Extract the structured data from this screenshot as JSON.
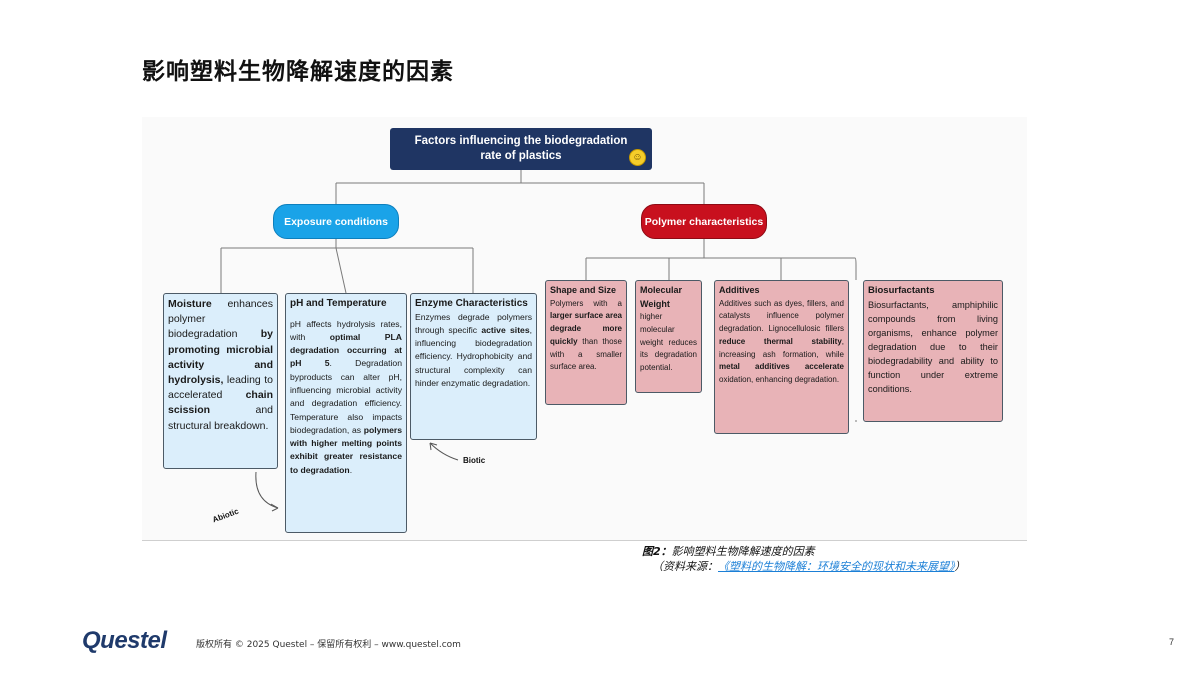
{
  "slide": {
    "title": "影响塑料生物降解速度的因素"
  },
  "diagram": {
    "root": {
      "label": "Factors influencing the biodegradation rate of plastics",
      "emoji": "☺"
    },
    "categories": {
      "exposure": {
        "label": "Exposure conditions",
        "color": "#1aa3e8"
      },
      "polymer": {
        "label": "Polymer characteristics",
        "color": "#c8101e"
      }
    },
    "exposure_factors": {
      "moisture": {
        "title": "Moisture",
        "t1": " enhances polymer biodegradation ",
        "b1": "by promoting microbial activity and hydrolysis,",
        "t2": " leading to accelerated ",
        "b2": "chain scission",
        "t3": " and structural breakdown."
      },
      "ph": {
        "title": "pH and Temperature",
        "t1": "pH affects hydrolysis rates, with ",
        "b1": "optimal PLA degradation occurring at pH 5",
        "t2": ". Degradation byproducts can alter pH, influencing microbial activity and degradation efficiency. Temperature also impacts biodegradation, as ",
        "b2": "polymers with higher melting points exhibit greater resistance to degradation",
        "t3": "."
      },
      "enzyme": {
        "title": "Enzyme Characteristics",
        "t1": "Enzymes degrade polymers through specific ",
        "b1": "active sites",
        "t2": ", influencing biodegradation efficiency. Hydrophobicity and structural complexity can hinder enzymatic degradation."
      }
    },
    "polymer_factors": {
      "shape": {
        "title": "Shape and Size",
        "t1": "Polymers with a ",
        "b1": "larger surface area degrade more quickly",
        "t2": " than those with a smaller surface area."
      },
      "molecular": {
        "title": "Molecular Weight",
        "t1": "higher molecular weight reduces its degradation potential."
      },
      "additives": {
        "title": "Additives",
        "t1": "Additives such as dyes, fillers, and catalysts influence polymer degradation. Lignocellulosic fillers ",
        "b1": "reduce thermal stability",
        "t2": ", increasing ash formation, while ",
        "b2": "metal additives accelerate",
        "t3": " oxidation, enhancing degradation."
      },
      "biosurfactants": {
        "title": "Biosurfactants",
        "t1": "Biosurfactants, amphiphilic compounds from living organisms, enhance polymer degradation due to their biodegradability and ability to function under extreme conditions."
      }
    },
    "annotations": {
      "biotic": "Biotic",
      "abiotic": "Abiotic"
    }
  },
  "caption": {
    "figure_label": "图2：",
    "text": "影响塑料生物降解速度的因素",
    "source_prefix": "（资料来源：",
    "source_link": "《塑料的生物降解：环境安全的现状和未来展望》",
    "source_suffix": "）"
  },
  "footer": {
    "logo": "Questel",
    "copyright": "版权所有 © 2025 Questel – 保留所有权利 – www.questel.com",
    "page_number": "7"
  }
}
